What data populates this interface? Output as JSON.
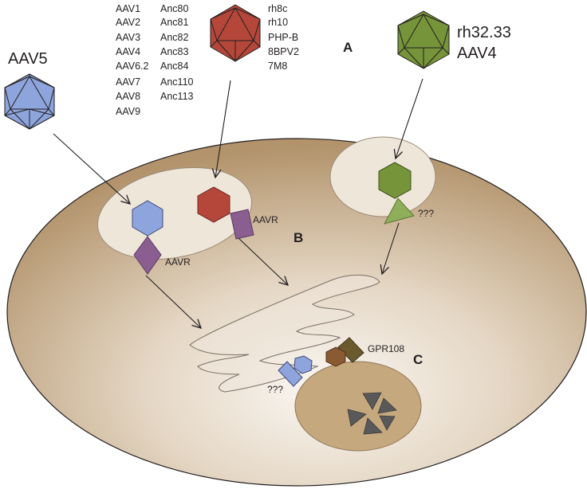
{
  "serotype_groups": {
    "aav_col1": [
      "AAV1",
      "AAV2",
      "AAV3",
      "AAV4",
      "AAV6.2",
      "AAV7",
      "AAV8",
      "AAV9"
    ],
    "anc_col": [
      "Anc80",
      "Anc81",
      "Anc82",
      "Anc83",
      "Anc84",
      "Anc110",
      "Anc113"
    ],
    "rh_col": [
      "rh8c",
      "rh10",
      "PHP-B",
      "8BPV2",
      "7M8"
    ],
    "aav5": "AAV5",
    "green_group": [
      "rh32.33",
      "AAV4"
    ]
  },
  "labels": {
    "section_a": "A",
    "section_b": "B",
    "section_c": "C",
    "aavr_left": "AAVR",
    "aavr_right": "AAVR",
    "unknown_green": "???",
    "unknown_golgi": "???",
    "gpr108": "GPR108"
  },
  "colors": {
    "aav5_capsid": "#8ea4dc",
    "red_capsid": "#b5473a",
    "green_capsid": "#76943a",
    "aavr": "#8b5e92",
    "green_receptor": "#8fae5a",
    "gpr108_dark": "#6a5a2e",
    "gpr108_brown": "#8a5a32",
    "nucleus": "#c6a87e",
    "endosome": "#efe6da",
    "cell_edge": "#b89a73",
    "cell_center": "#f6f1ea"
  }
}
